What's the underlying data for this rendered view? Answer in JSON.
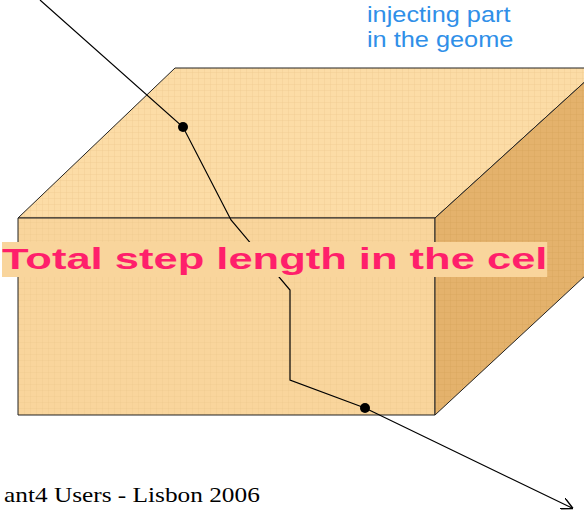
{
  "diagram": {
    "labels": [
      "injecting part in the geome",
      "Total step length in the cel",
      "ant4 Users - Lisbon 2006"
    ]
  }
}
